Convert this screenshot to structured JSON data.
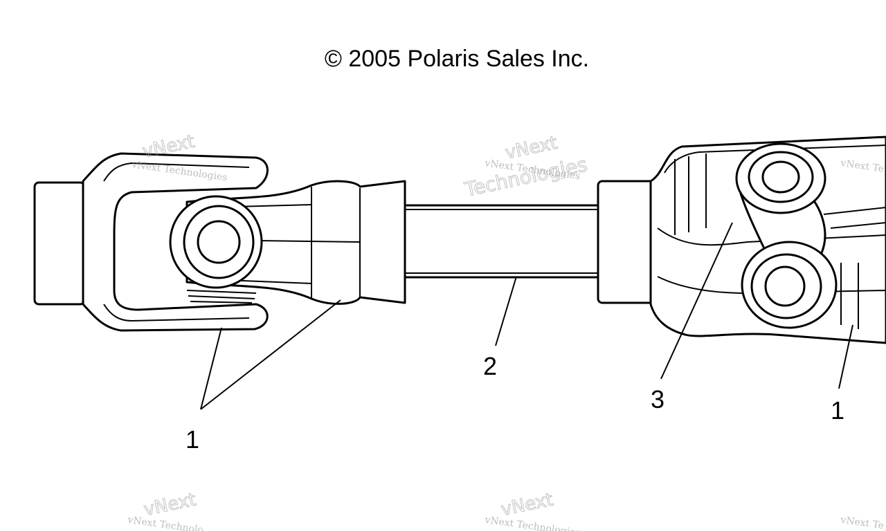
{
  "header": {
    "copyright": "© 2005 Polaris Sales Inc."
  },
  "callouts": {
    "left_yoke": "1",
    "shaft": "2",
    "cross_bearing": "3",
    "right_yoke": "1"
  },
  "watermark": {
    "line1": "vNext",
    "line2": "vNext Technologies",
    "line3": "Technologies",
    "line4": "vNext Technolo",
    "line5": "vNext Te"
  },
  "colors": {
    "ink": "#000000",
    "watermark": "#8a8a8a",
    "background": "#ffffff"
  }
}
